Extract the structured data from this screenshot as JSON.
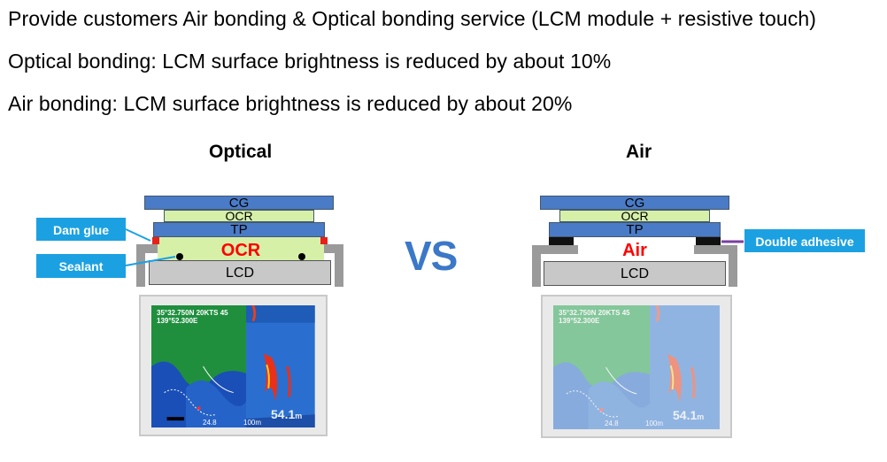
{
  "intro": {
    "line1": "Provide customers Air bonding & Optical bonding service (LCM module + resistive touch)",
    "line2": "Optical bonding: LCM surface brightness is reduced by about 10%",
    "line3": "Air bonding: LCM surface brightness is reduced by about 20%"
  },
  "optical": {
    "heading": "Optical",
    "cg": "CG",
    "ocr": "OCR",
    "tp": "TP",
    "fill": "OCR",
    "lcd": "LCD",
    "dam_glue": "Dam glue",
    "sealant": "Sealant",
    "screen": {
      "coord1": "35°32.750N  20KTS  45",
      "coord2": "139°52.300E",
      "depth": "54.1",
      "depth_unit": "m",
      "scale": "100m",
      "left_val": "24.8"
    }
  },
  "air": {
    "heading": "Air",
    "cg": "CG",
    "ocr": "OCR",
    "tp": "TP",
    "fill": "Air",
    "lcd": "LCD",
    "double_adhesive": "Double adhesive",
    "screen": {
      "coord1": "35°32.750N  20KTS  45",
      "coord2": "139°52.300E",
      "depth": "54.1",
      "depth_unit": "m",
      "scale": "100m",
      "left_val": "24.8"
    }
  },
  "vs": "VS",
  "colors": {
    "callout": "#1ba1e2",
    "vs": "#3c78c8",
    "layer_blue": "#4a7bc6",
    "ocr_green": "#d6f0a8",
    "accent_red": "#ff0000",
    "adhesive_line": "#7b3fa0"
  }
}
